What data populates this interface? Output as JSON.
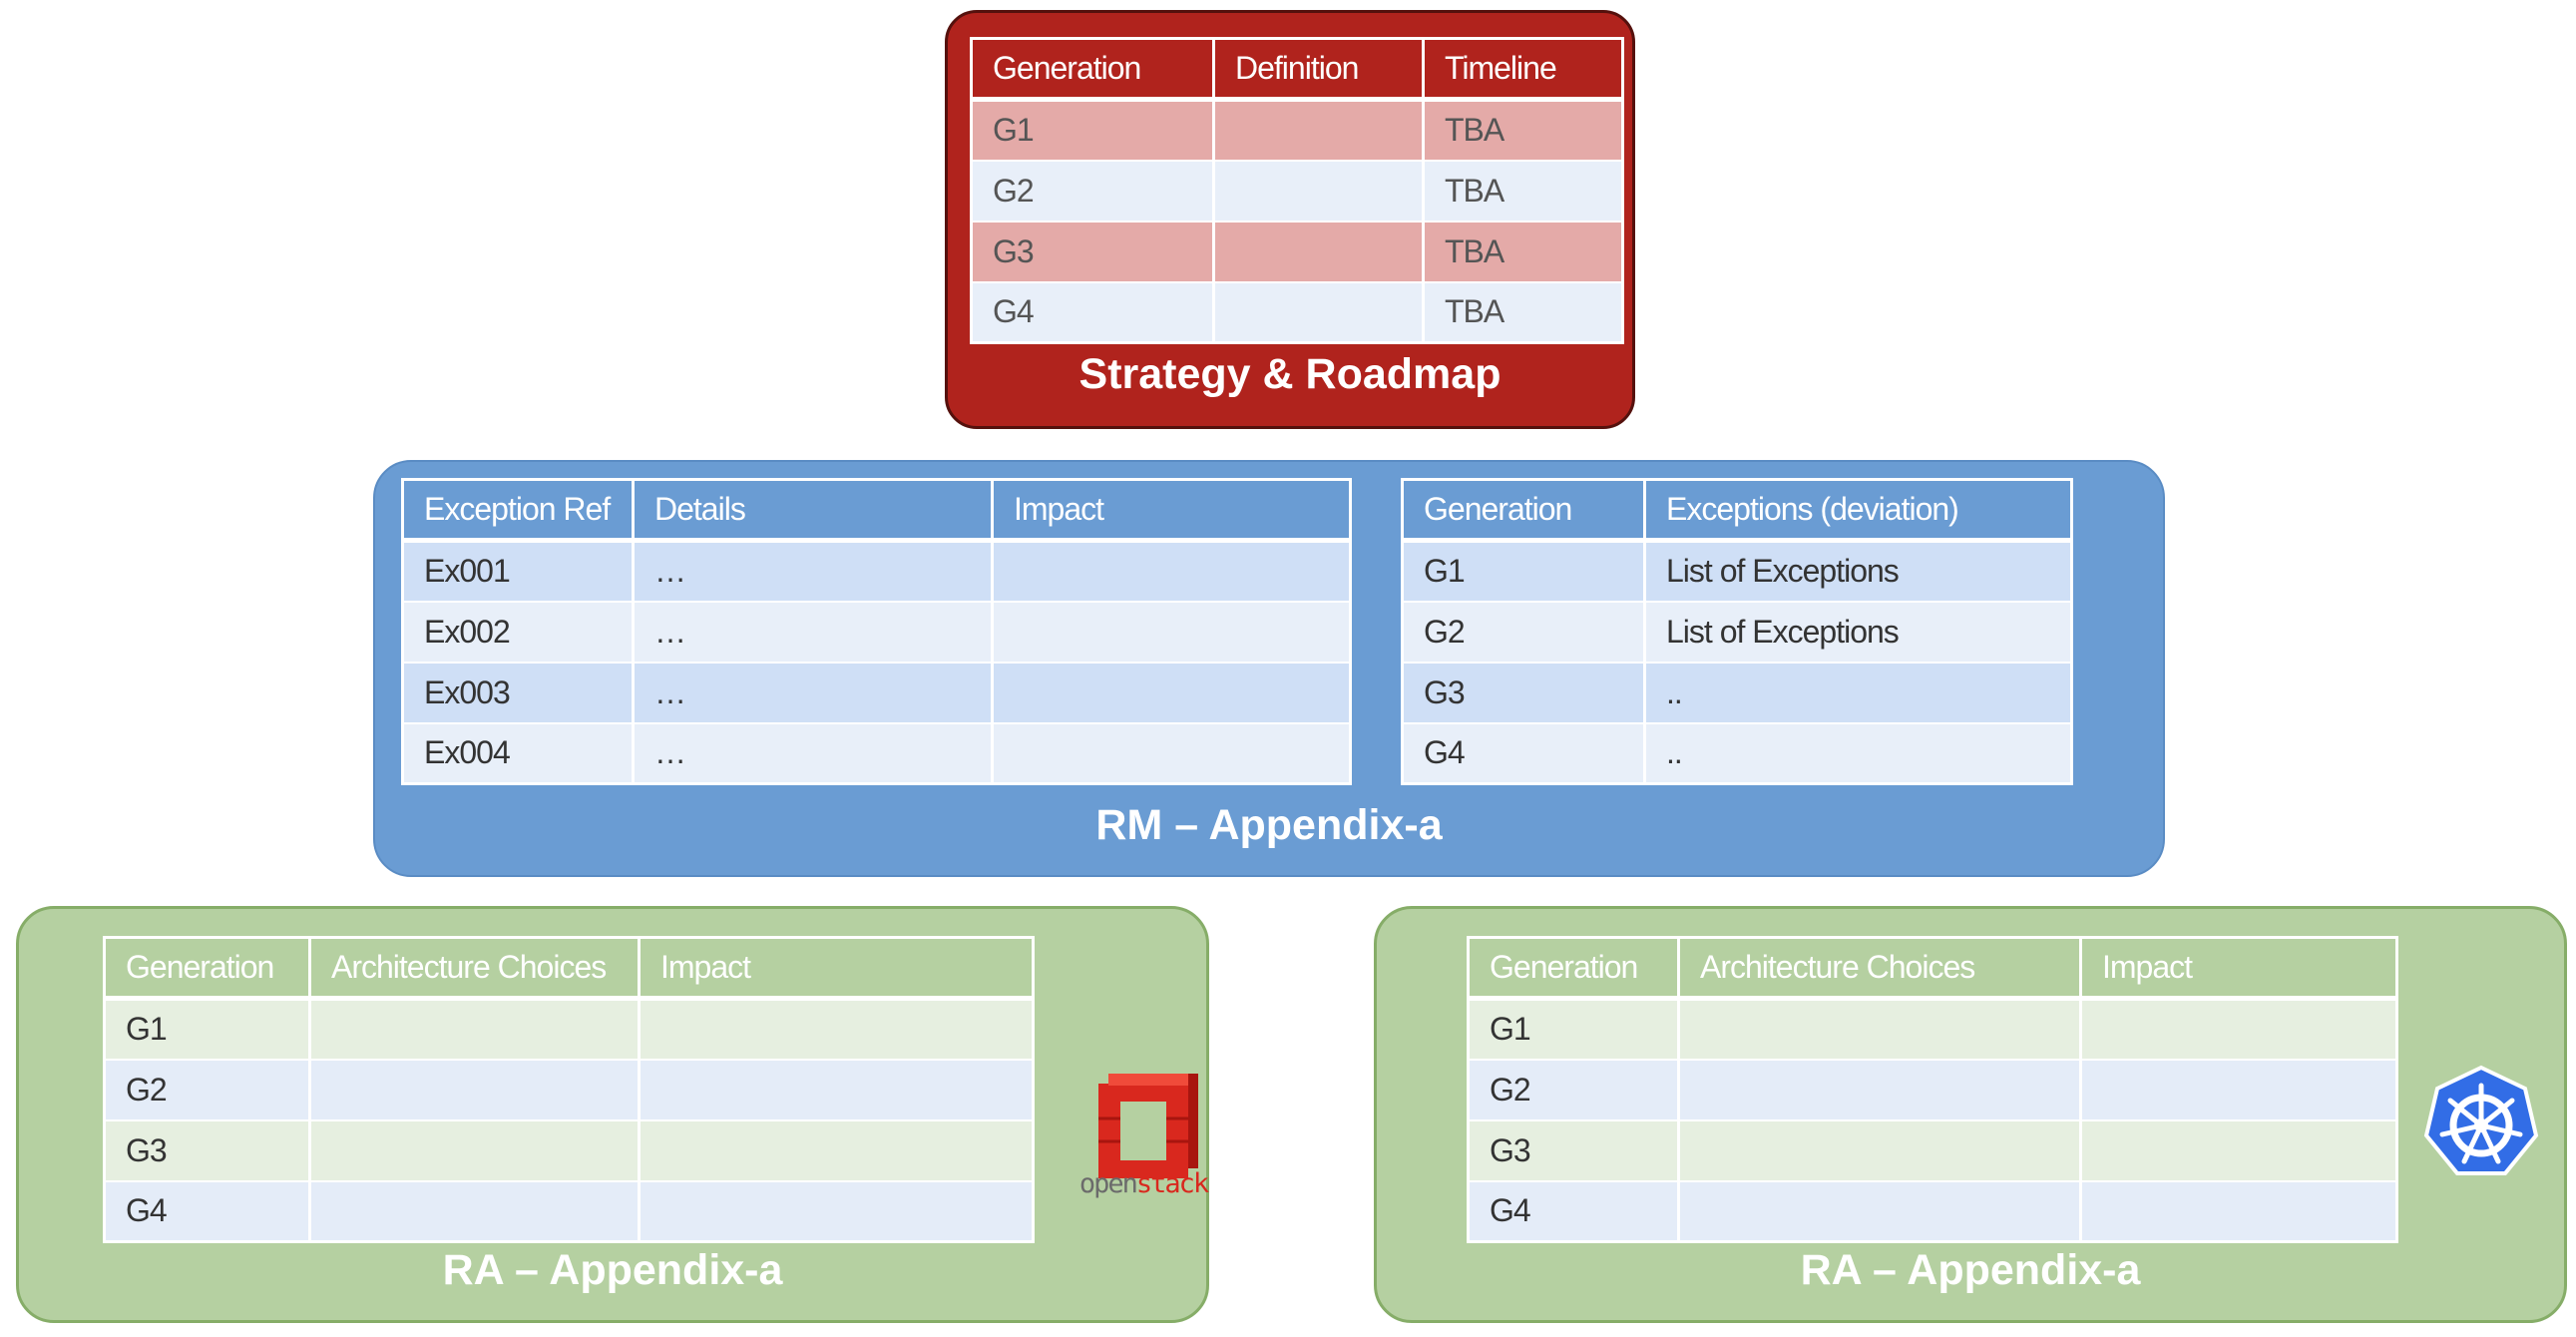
{
  "strategy": {
    "title": "Strategy & Roadmap",
    "headers": [
      "Generation",
      "Definition",
      "Timeline"
    ],
    "rows": [
      [
        "G1",
        "",
        "TBA"
      ],
      [
        "G2",
        "",
        "TBA"
      ],
      [
        "G3",
        "",
        "TBA"
      ],
      [
        "G4",
        "",
        "TBA"
      ]
    ]
  },
  "rm": {
    "title": "RM – Appendix-a",
    "exceptions_table": {
      "headers": [
        "Exception Ref",
        "Details",
        "Impact"
      ],
      "rows": [
        [
          "Ex001",
          "…",
          ""
        ],
        [
          "Ex002",
          "…",
          ""
        ],
        [
          "Ex003",
          "…",
          ""
        ],
        [
          "Ex004",
          "…",
          ""
        ]
      ]
    },
    "generations_table": {
      "headers": [
        "Generation",
        "Exceptions (deviation)"
      ],
      "rows": [
        [
          "G1",
          "List of Exceptions"
        ],
        [
          "G2",
          "List of Exceptions"
        ],
        [
          "G3",
          ".."
        ],
        [
          "G4",
          ".."
        ]
      ]
    }
  },
  "ra_openstack": {
    "title": "RA – Appendix-a",
    "headers": [
      "Generation",
      "Architecture Choices",
      "Impact"
    ],
    "rows": [
      [
        "G1",
        "",
        ""
      ],
      [
        "G2",
        "",
        ""
      ],
      [
        "G3",
        "",
        ""
      ],
      [
        "G4",
        "",
        ""
      ]
    ],
    "logo": {
      "icon": "openstack-logo-icon",
      "text_open": "open",
      "text_stack": "stack",
      "color": "#d9281e"
    }
  },
  "ra_kubernetes": {
    "title": "RA – Appendix-a",
    "headers": [
      "Generation",
      "Architecture Choices",
      "Impact"
    ],
    "rows": [
      [
        "G1",
        "",
        ""
      ],
      [
        "G2",
        "",
        ""
      ],
      [
        "G3",
        "",
        ""
      ],
      [
        "G4",
        "",
        ""
      ]
    ],
    "logo": {
      "icon": "kubernetes-logo-icon",
      "color": "#326de6"
    }
  },
  "colors": {
    "strategy_panel": "#b0231d",
    "rm_panel": "#6a9cd3",
    "ra_panel": "#b5d0a1"
  }
}
